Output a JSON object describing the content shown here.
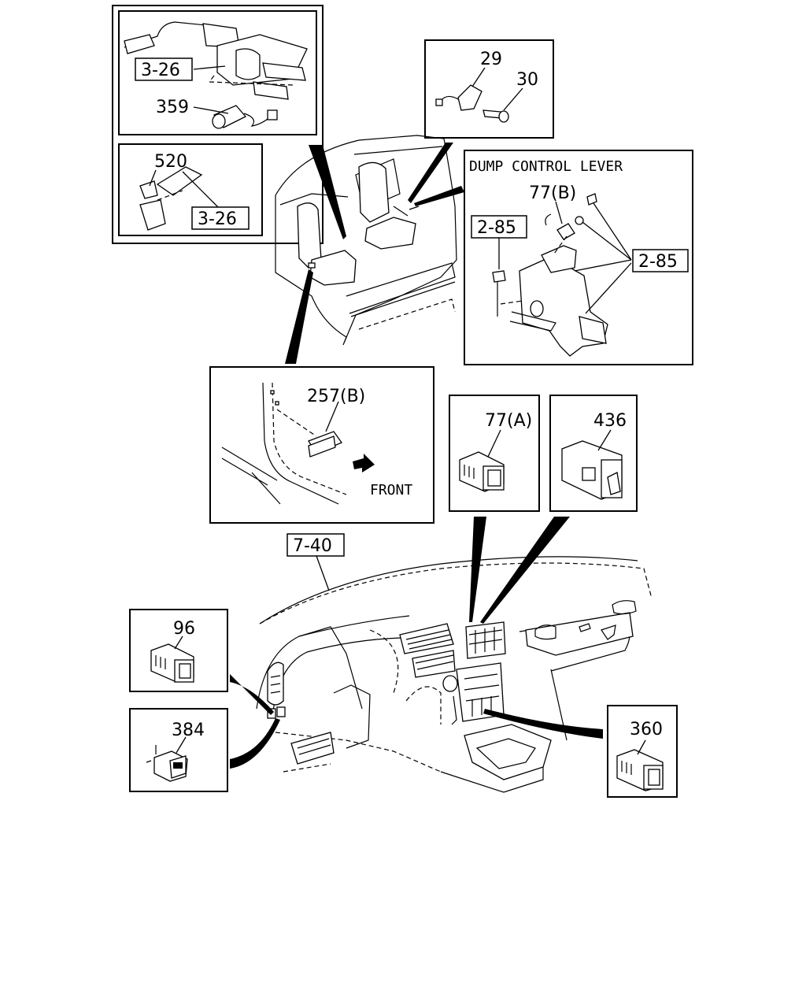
{
  "callouts": {
    "ref_3_26_top": "3-26",
    "part_359": "359",
    "part_520": "520",
    "ref_3_26_bottom": "3-26",
    "part_29": "29",
    "part_30": "30",
    "dump_title": "DUMP CONTROL LEVER",
    "part_77b": "77(B)",
    "ref_2_85_left": "2-85",
    "ref_2_85_right": "2-85",
    "part_257b": "257(B)",
    "front_label": "FRONT",
    "part_77a": "77(A)",
    "part_436": "436",
    "ref_7_40": "7-40",
    "part_96": "96",
    "part_384": "384",
    "part_360": "360"
  }
}
